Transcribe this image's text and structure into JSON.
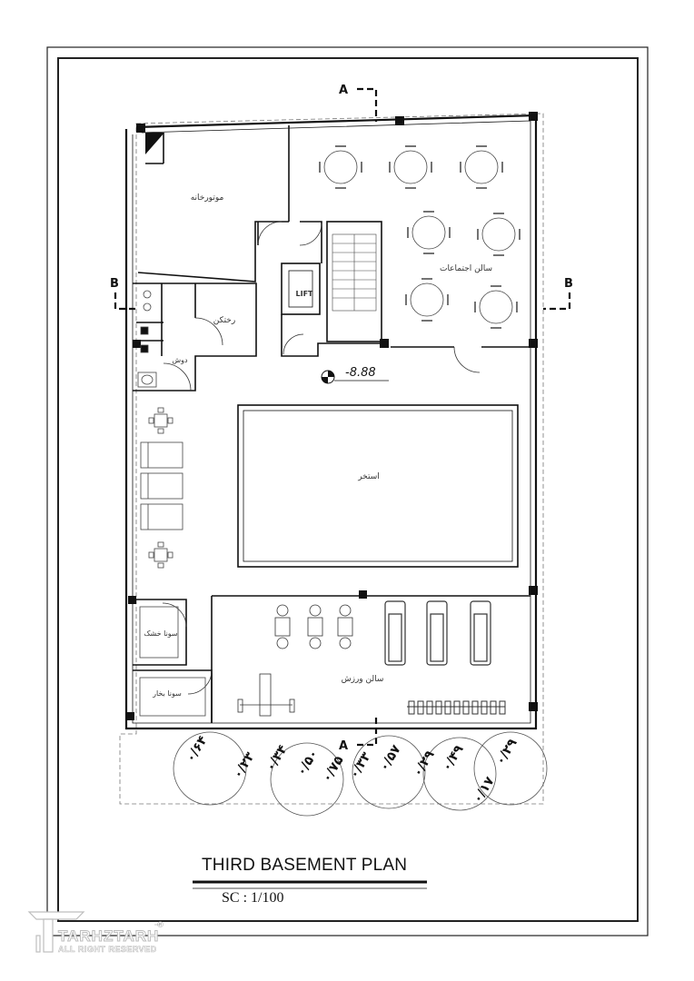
{
  "sheet": {
    "title": "THIRD BASEMENT PLAN",
    "scale_label": "SC :  1/100"
  },
  "levels": {
    "floor_level": "-8.88"
  },
  "section_marks": {
    "a_top": "A",
    "a_bottom": "A",
    "b_left": "B",
    "b_right": "B"
  },
  "rooms": {
    "engine_room": "موتورخانه",
    "meeting_hall": "سالن اجتماعات",
    "laundry": "رختکن",
    "shower": "دوش",
    "lift": "LIFT",
    "pool": "استخر",
    "dry_sauna": "سونا خشک",
    "steam_sauna": "سونا بخار",
    "gym": "سالن ورزش"
  },
  "tree_elevations": {
    "t1": "۰/۶۴",
    "t2": "۰/۲۳",
    "t3": "۰/۳۴",
    "t4": "۰/۵۰",
    "t5": "۰/۷۵",
    "t6": "۰/۳۳",
    "t7": "۰/۵۷",
    "t8": "۰/۲۹",
    "t9": "۰/۴۹",
    "t10": "۰/۲۹",
    "t11": "۰/۱۷"
  },
  "watermark": {
    "brand": "TARHZTARH",
    "rights": "ALL RIGHT RESERVED",
    "registered_mark": "®"
  }
}
